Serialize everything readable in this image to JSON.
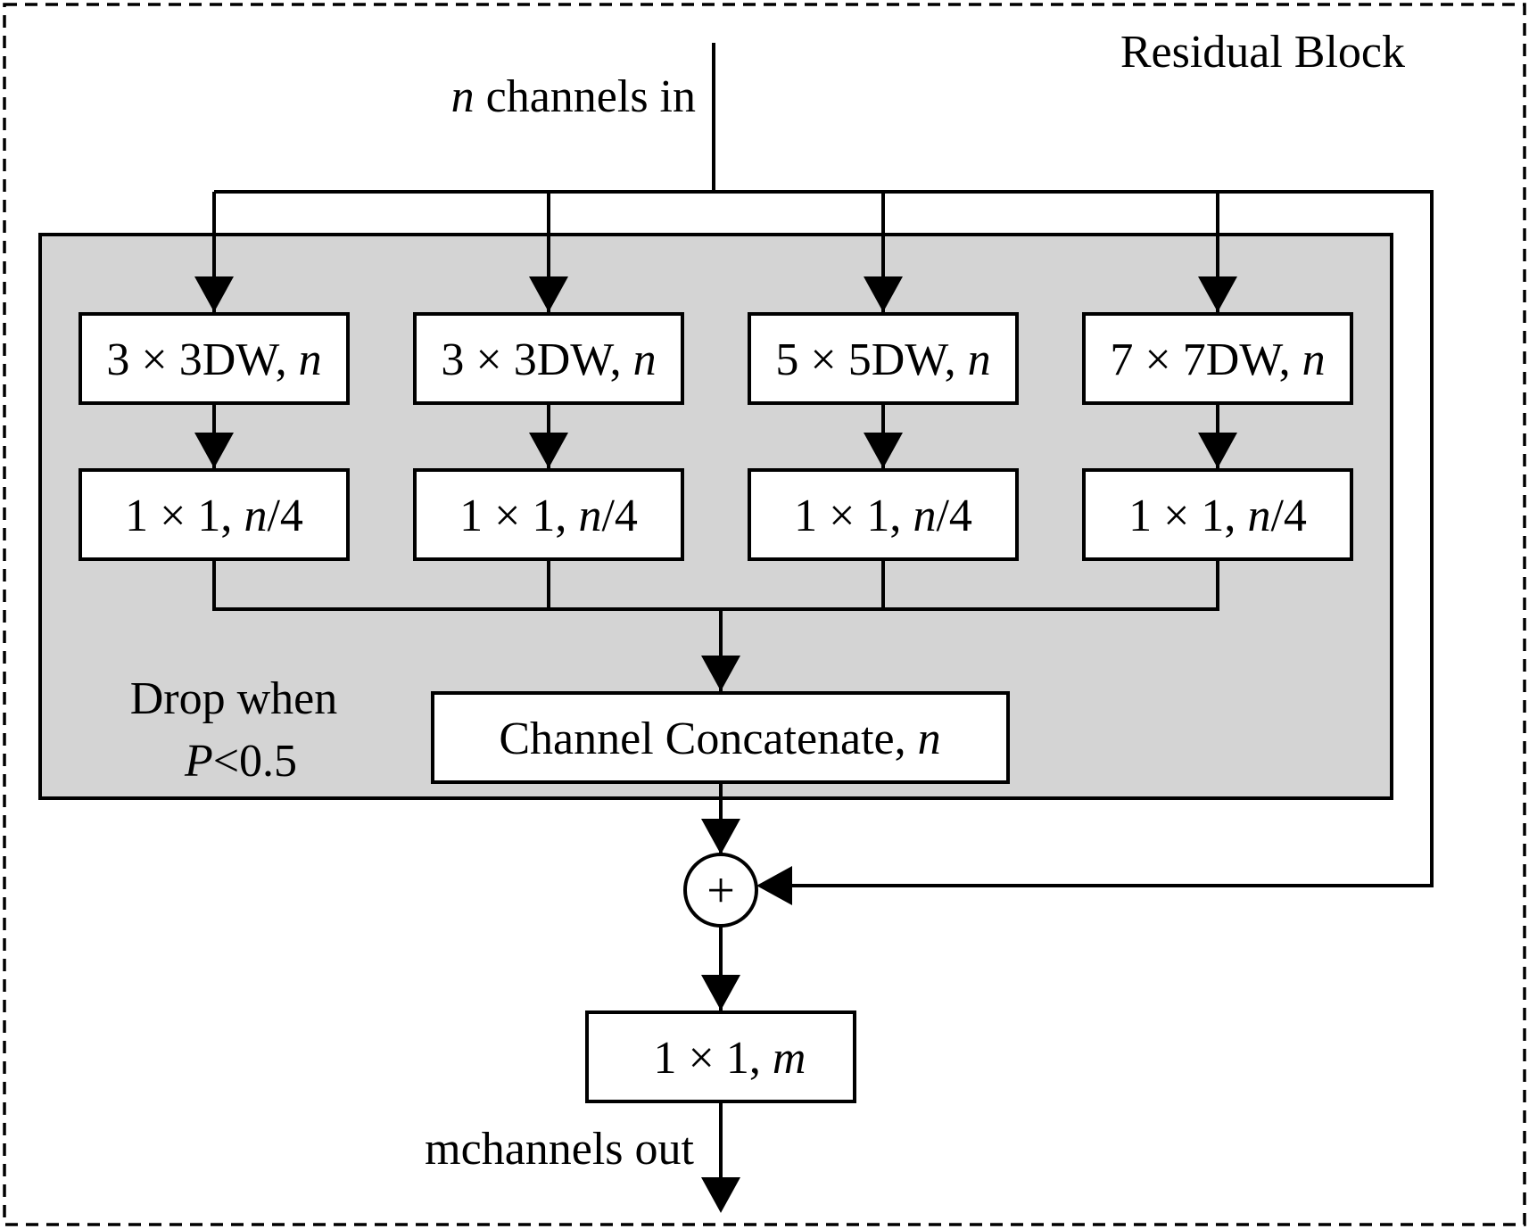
{
  "title": "Residual Block",
  "input_label": {
    "italic": "n",
    "rest": " channels in"
  },
  "branches": [
    {
      "dw": {
        "pre": "3 × 3DW, ",
        "italic": "n"
      },
      "pw": {
        "pre": "1 × 1, ",
        "italic": "n",
        "post": "/4"
      }
    },
    {
      "dw": {
        "pre": "3 × 3DW, ",
        "italic": "n"
      },
      "pw": {
        "pre": "1 × 1, ",
        "italic": "n",
        "post": "/4"
      }
    },
    {
      "dw": {
        "pre": "5 × 5DW, ",
        "italic": "n"
      },
      "pw": {
        "pre": "1 × 1, ",
        "italic": "n",
        "post": "/4"
      }
    },
    {
      "dw": {
        "pre": "7 × 7DW, ",
        "italic": "n"
      },
      "pw": {
        "pre": "1 × 1, ",
        "italic": "n",
        "post": "/4"
      }
    }
  ],
  "drop_note": {
    "line1": "Drop when",
    "line2_italic": "P",
    "line2_rest": "<0.5"
  },
  "concat": {
    "pre": "Channel Concatenate, ",
    "italic": "n"
  },
  "add_symbol": "+",
  "output_conv": {
    "pre": "1 × 1, ",
    "italic": "m"
  },
  "output_label": "mchannels out"
}
